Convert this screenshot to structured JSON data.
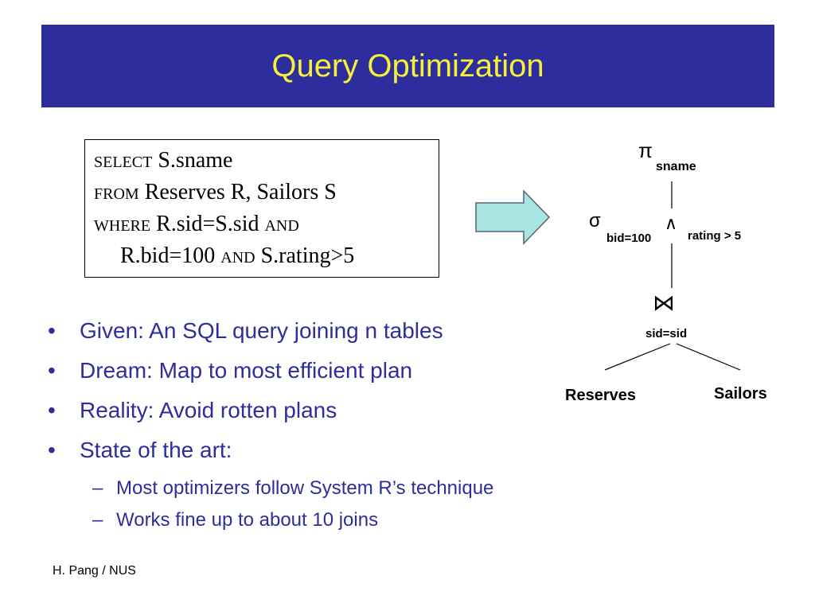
{
  "title": "Query Optimization",
  "sql": {
    "line1_kw": "SELECT",
    "line1_text": "S.sname",
    "line2_kw": "FROM",
    "line2_text": "Reserves R, Sailors S",
    "line3_kw": "WHERE",
    "line3_text": "R.sid=S.sid",
    "line3_kw2": "AND",
    "line4_text1": "R.bid=100",
    "line4_kw": "AND",
    "line4_text2": "S.rating>5"
  },
  "tree": {
    "projection_symbol": "π",
    "projection_sub": "sname",
    "selection_symbol": "σ",
    "selection_sub": "bid=100",
    "and_symbol": "∧",
    "selection_cond2": "rating > 5",
    "join_symbol": "⋈",
    "join_sub": "sid=sid",
    "left_leaf": "Reserves",
    "right_leaf": "Sailors"
  },
  "bullets": [
    "Given: An SQL query joining n tables",
    "Dream: Map to most efficient plan",
    "Reality: Avoid rotten plans",
    "State of the art:"
  ],
  "sub_bullets": [
    "Most optimizers follow System R’s technique",
    "Works fine up to about 10 joins"
  ],
  "footer": "H. Pang / NUS",
  "colors": {
    "title_bg": "#2d2d9d",
    "title_text": "#f5f03a",
    "bullet_text": "#2d2d9d",
    "arrow_fill": "#a8e4e0"
  }
}
